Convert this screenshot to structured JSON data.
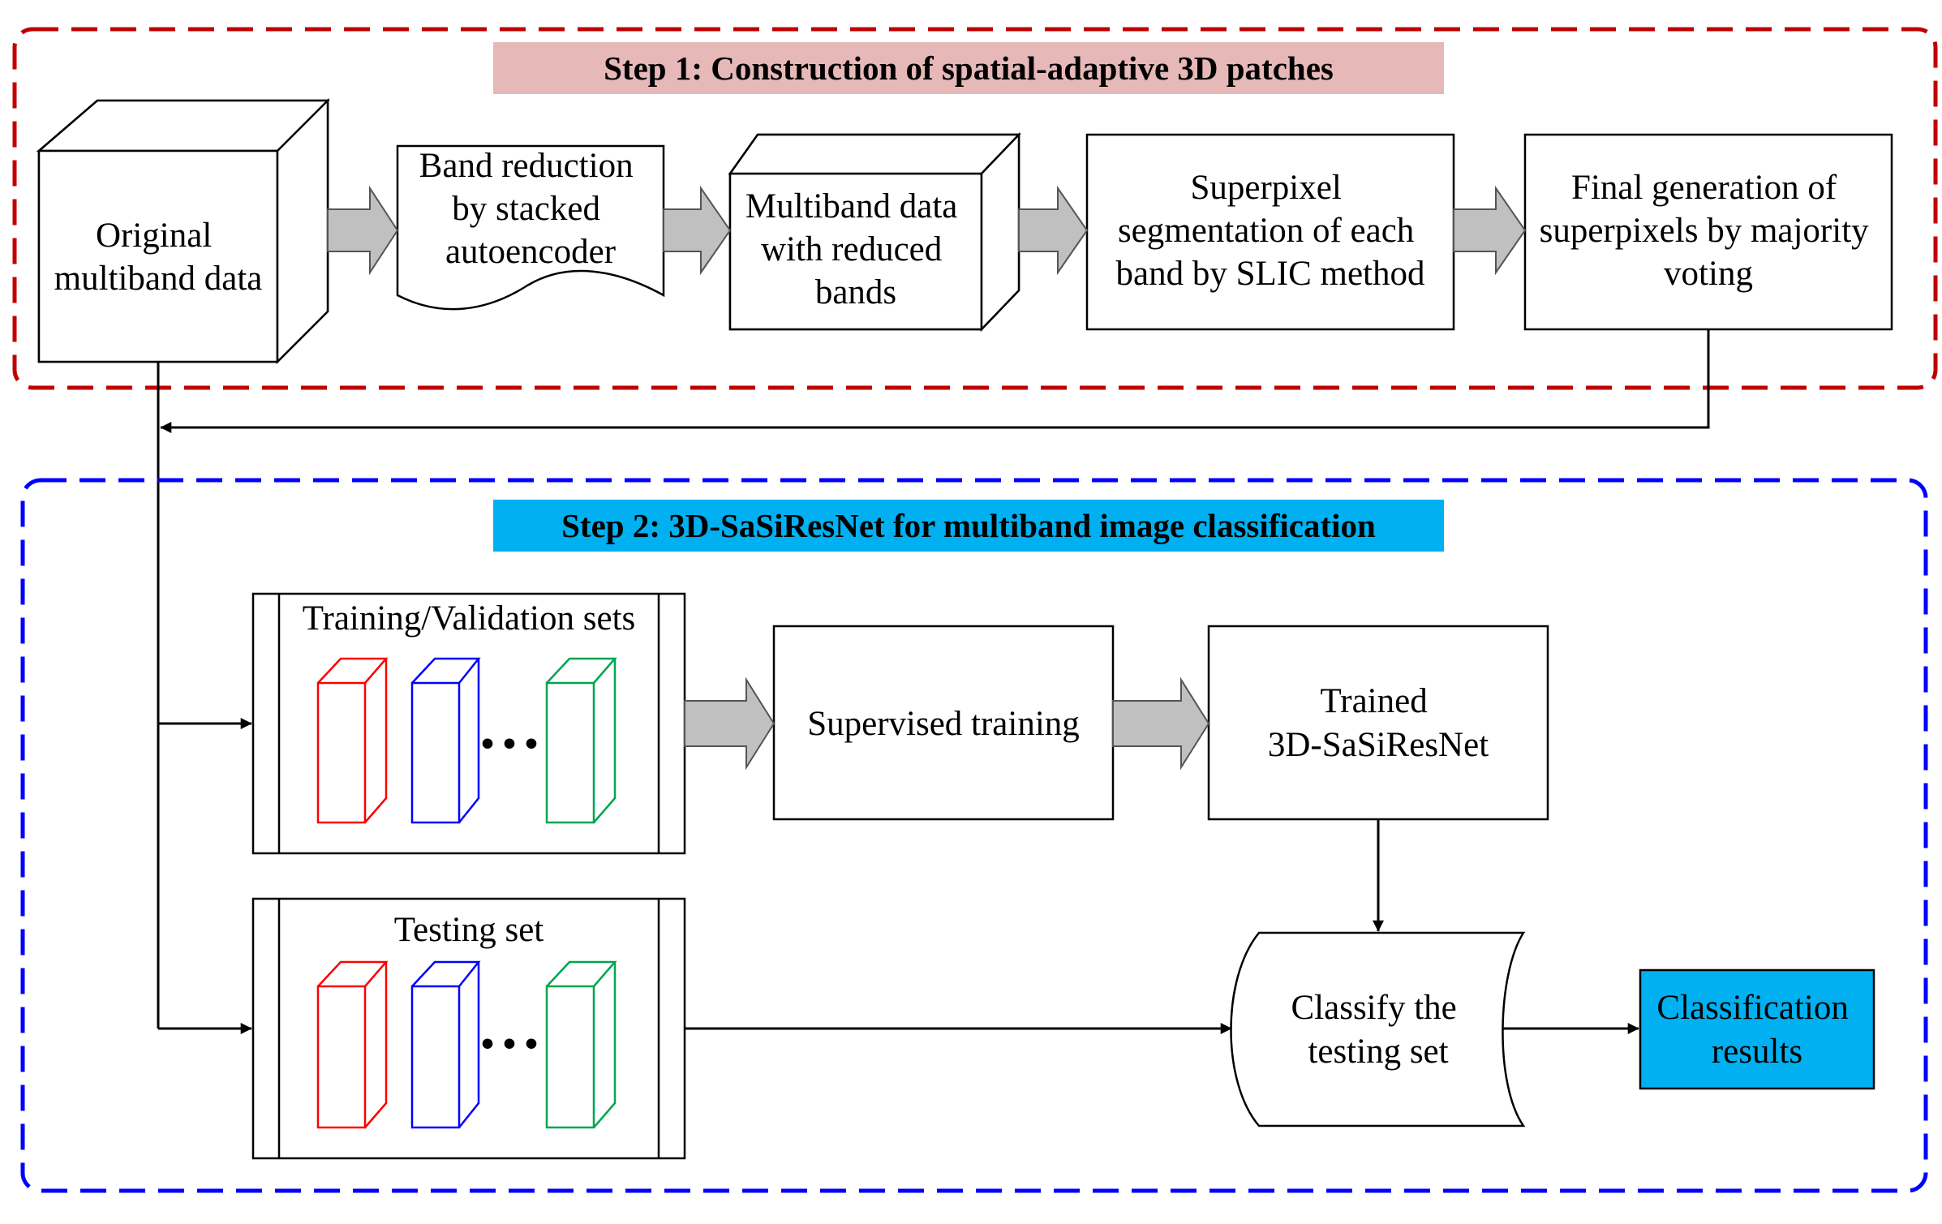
{
  "step1": {
    "title": "Step 1: Construction of spatial-adaptive 3D patches",
    "title_bg": "#e6b8b7",
    "border_color": "#c00000"
  },
  "step2": {
    "title": "Step 2: 3D-SaSiResNet for multiband image classification",
    "title_bg": "#00b0f0",
    "border_color": "#0000ff"
  },
  "nodes": {
    "original_data": {
      "lines": [
        "Original",
        "multiband data"
      ]
    },
    "band_reduction": {
      "lines": [
        "Band reduction",
        "by stacked",
        "autoencoder"
      ]
    },
    "reduced_bands": {
      "lines": [
        "Multiband data",
        "with reduced",
        "bands"
      ]
    },
    "slic": {
      "lines": [
        "Superpixel",
        "segmentation of each",
        "band by SLIC method"
      ]
    },
    "majority_voting": {
      "lines": [
        "Final generation of",
        "superpixels by majority",
        "voting"
      ]
    },
    "training_sets": {
      "label": "Training/Validation sets",
      "ellipsis": "•••"
    },
    "testing_set": {
      "label": "Testing set",
      "ellipsis": "•••"
    },
    "supervised_training": {
      "lines": [
        "Supervised training"
      ]
    },
    "trained_net": {
      "lines": [
        "Trained",
        "3D-SaSiResNet"
      ]
    },
    "classify": {
      "lines": [
        "Classify the",
        "testing set"
      ]
    },
    "results": {
      "lines": [
        "Classification",
        "results"
      ],
      "fill": "#00b0f0"
    }
  },
  "patch_colors": [
    "#ff0000",
    "#0000ff",
    "#00a550"
  ]
}
